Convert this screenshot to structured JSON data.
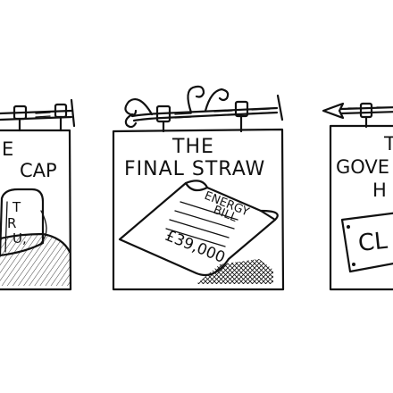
{
  "panels": {
    "left": {
      "title_line1": "E",
      "title_line2": "CAP",
      "tombstone_text_line1": "T",
      "tombstone_text_line2": "R",
      "tombstone_text_line3": "U,"
    },
    "center": {
      "title_line1": "THE",
      "title_line2": "FINAL STRAW",
      "bill_heading_line1": "ENERGY",
      "bill_heading_line2": "BILL",
      "bill_amount": "£39,000"
    },
    "right": {
      "title_line1": "T",
      "title_line2": "GOVE",
      "title_line3": "H",
      "sign_text": "CL"
    }
  }
}
